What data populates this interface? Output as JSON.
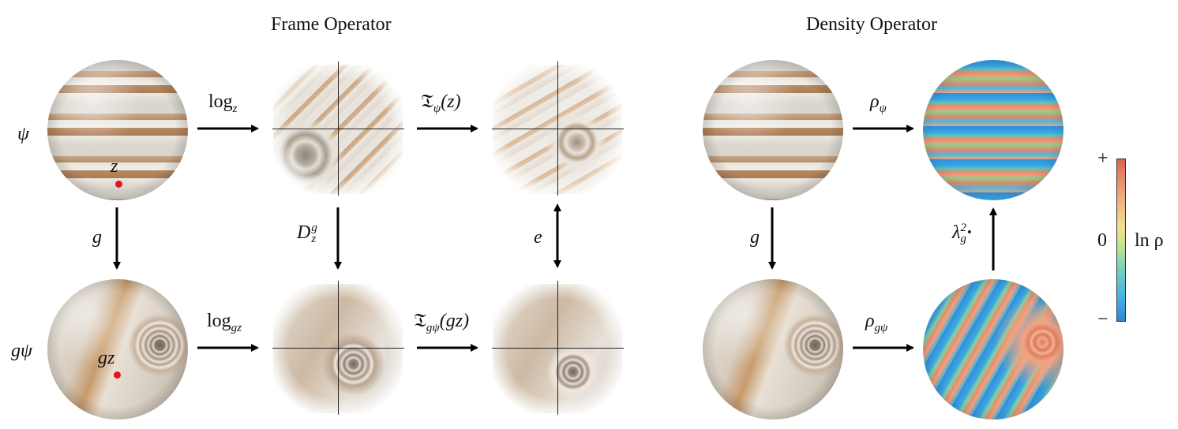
{
  "titles": {
    "frame_operator": "Frame Operator",
    "density_operator": "Density Operator"
  },
  "row_labels": {
    "top": "ψ",
    "bottom_prefix": "g",
    "bottom_symbol": "ψ"
  },
  "point_labels": {
    "top": "z",
    "bottom": "gz"
  },
  "arrow_labels": {
    "log_top_base": "log",
    "log_top_sub": "z",
    "log_bottom_base": "log",
    "log_bottom_sub": "gz",
    "frame_top_symbol": "𝔗",
    "frame_top_sub": "ψ",
    "frame_top_arg": "(z)",
    "frame_bottom_symbol": "𝔗",
    "frame_bottom_sub": "gψ",
    "frame_bottom_arg": "(gz)",
    "left_vertical": "g",
    "dz_base": "D",
    "dz_sub": "z",
    "dz_sup": "g",
    "e_vertical": "e",
    "density_left_vertical": "g",
    "rho_top_base": "ρ",
    "rho_top_sub": "ψ",
    "rho_bottom_base": "ρ",
    "rho_bottom_sub": "gψ",
    "lambda_base": "λ",
    "lambda_sub": "g",
    "lambda_sup": "2",
    "lambda_dot": "·"
  },
  "colorbar": {
    "plus": "+",
    "zero": "0",
    "minus": "−",
    "label": "ln ρ",
    "colors": [
      "#d9664f",
      "#f0a77f",
      "#f2e08c",
      "#c8e68b",
      "#7fd3b9",
      "#48b6e4",
      "#2d85d6"
    ]
  },
  "accent_colors": {
    "marker": "#e5141a"
  }
}
